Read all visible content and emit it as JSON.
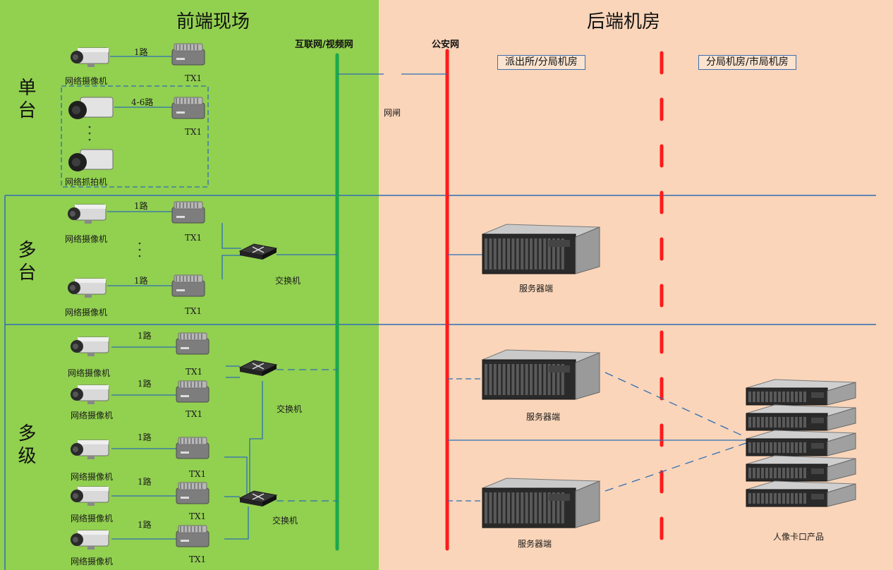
{
  "zones": {
    "front": "前端现场",
    "back": "后端机房"
  },
  "networks": {
    "internet": "互联网/视频网",
    "police": "公安网"
  },
  "rooms": {
    "left": "派出所/分局机房",
    "right": "分局机房/市局机房"
  },
  "rows": {
    "single": "单台",
    "multi": "多台",
    "cascade": "多级"
  },
  "labels": {
    "camera": "网络摄像机",
    "snapshot": "网络抓拍机",
    "tx1": "TX1",
    "one_way": "1路",
    "multi_way": "4-6路",
    "switch": "交换机",
    "gateway": "网闸",
    "server": "服务器端",
    "product": "人像卡口产品",
    "dots": "·  ·  ·"
  },
  "colors": {
    "front_bg": "#92d050",
    "back_bg": "#fad5b9",
    "internet_line": "#1aa84c",
    "police_line": "#ff1a1a",
    "link": "#2e6db5"
  }
}
